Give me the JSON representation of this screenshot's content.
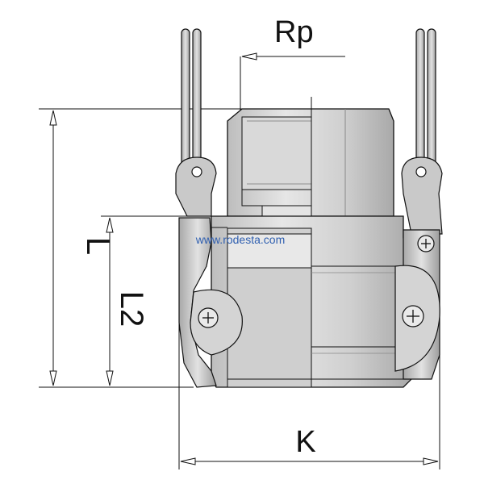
{
  "drawing": {
    "labels": {
      "rp": "Rp",
      "l": "L",
      "l2": "L2",
      "k": "K"
    },
    "watermark": "www.rodesta.com",
    "colors": {
      "line": "#111111",
      "metal_light": "#d7d7d7",
      "metal_mid": "#bdbdbd",
      "metal_dark": "#9a9a9a",
      "highlight": "#efefef",
      "watermark": "#2f5fb0"
    }
  }
}
